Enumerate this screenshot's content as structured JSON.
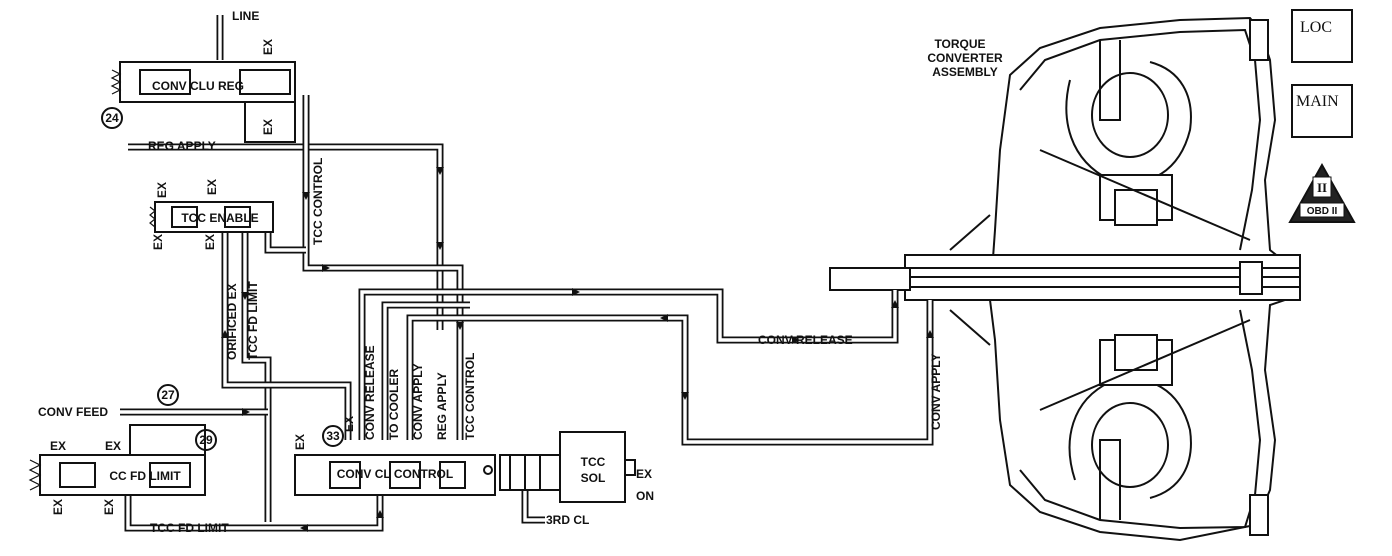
{
  "diagram": {
    "labels": {
      "line": "LINE",
      "ex": "EX",
      "conv_clu_reg": "CONV CLU REG",
      "reg_apply_top": "REG APPLY",
      "tcc_enable": "TCC ENABLE",
      "tcc_control_upper": "TCC CONTROL",
      "orificed_ex": "ORIFICED EX",
      "tcc_fd_limit_vertical": "TCC FD LIMIT",
      "conv_feed": "CONV FEED",
      "cc_fd_limit": "CC FD LIMIT",
      "tcc_fd_limit_bottom": "TCC FD LIMIT",
      "conv_release_vertical": "CONV RELEASE",
      "to_cooler": "TO COOLER",
      "conv_apply_vertical": "CONV APPLY",
      "reg_apply_vertical": "REG APPLY",
      "tcc_control_vertical": "TCC CONTROL",
      "conv_cl_control": "CONV CL CONTROL",
      "tcc_sol_line1": "TCC",
      "tcc_sol_line2": "SOL",
      "on": "ON",
      "third_cl": "3RD CL",
      "conv_release_horizontal": "CONV RELEASE",
      "conv_apply_right": "CONV APPLY",
      "torque_line1": "TORQUE",
      "torque_line2": "CONVERTER",
      "torque_line3": "ASSEMBLY"
    },
    "callouts": {
      "c24": "24",
      "c27": "27",
      "c29": "29",
      "c33": "33"
    },
    "icons": {
      "loc": "LOC",
      "main": "MAIN",
      "obd_numeral": "II",
      "obd_text": "OBD II"
    }
  }
}
